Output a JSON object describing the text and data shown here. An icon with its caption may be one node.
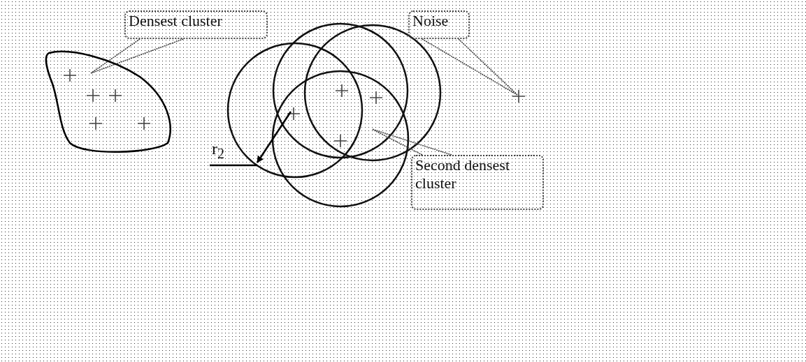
{
  "diagram": {
    "nodes": [
      {
        "text": [
          "Densest cluster"
        ]
      },
      {
        "text": [
          "Noise"
        ]
      },
      {
        "text": [
          "Second densest cluster"
        ]
      },
      {
        "text": [],
        "shape": "blob"
      },
      {
        "text": [],
        "shape": "cross"
      }
    ],
    "edges": [
      {
        "from": 0,
        "to": 3,
        "arrow": "none"
      },
      {
        "from": 1,
        "to": 4,
        "arrow": "none"
      },
      {
        "from": 2,
        "to": null,
        "arrow": "none"
      }
    ],
    "labels": [
      "r$_{2}$"
    ]
  }
}
